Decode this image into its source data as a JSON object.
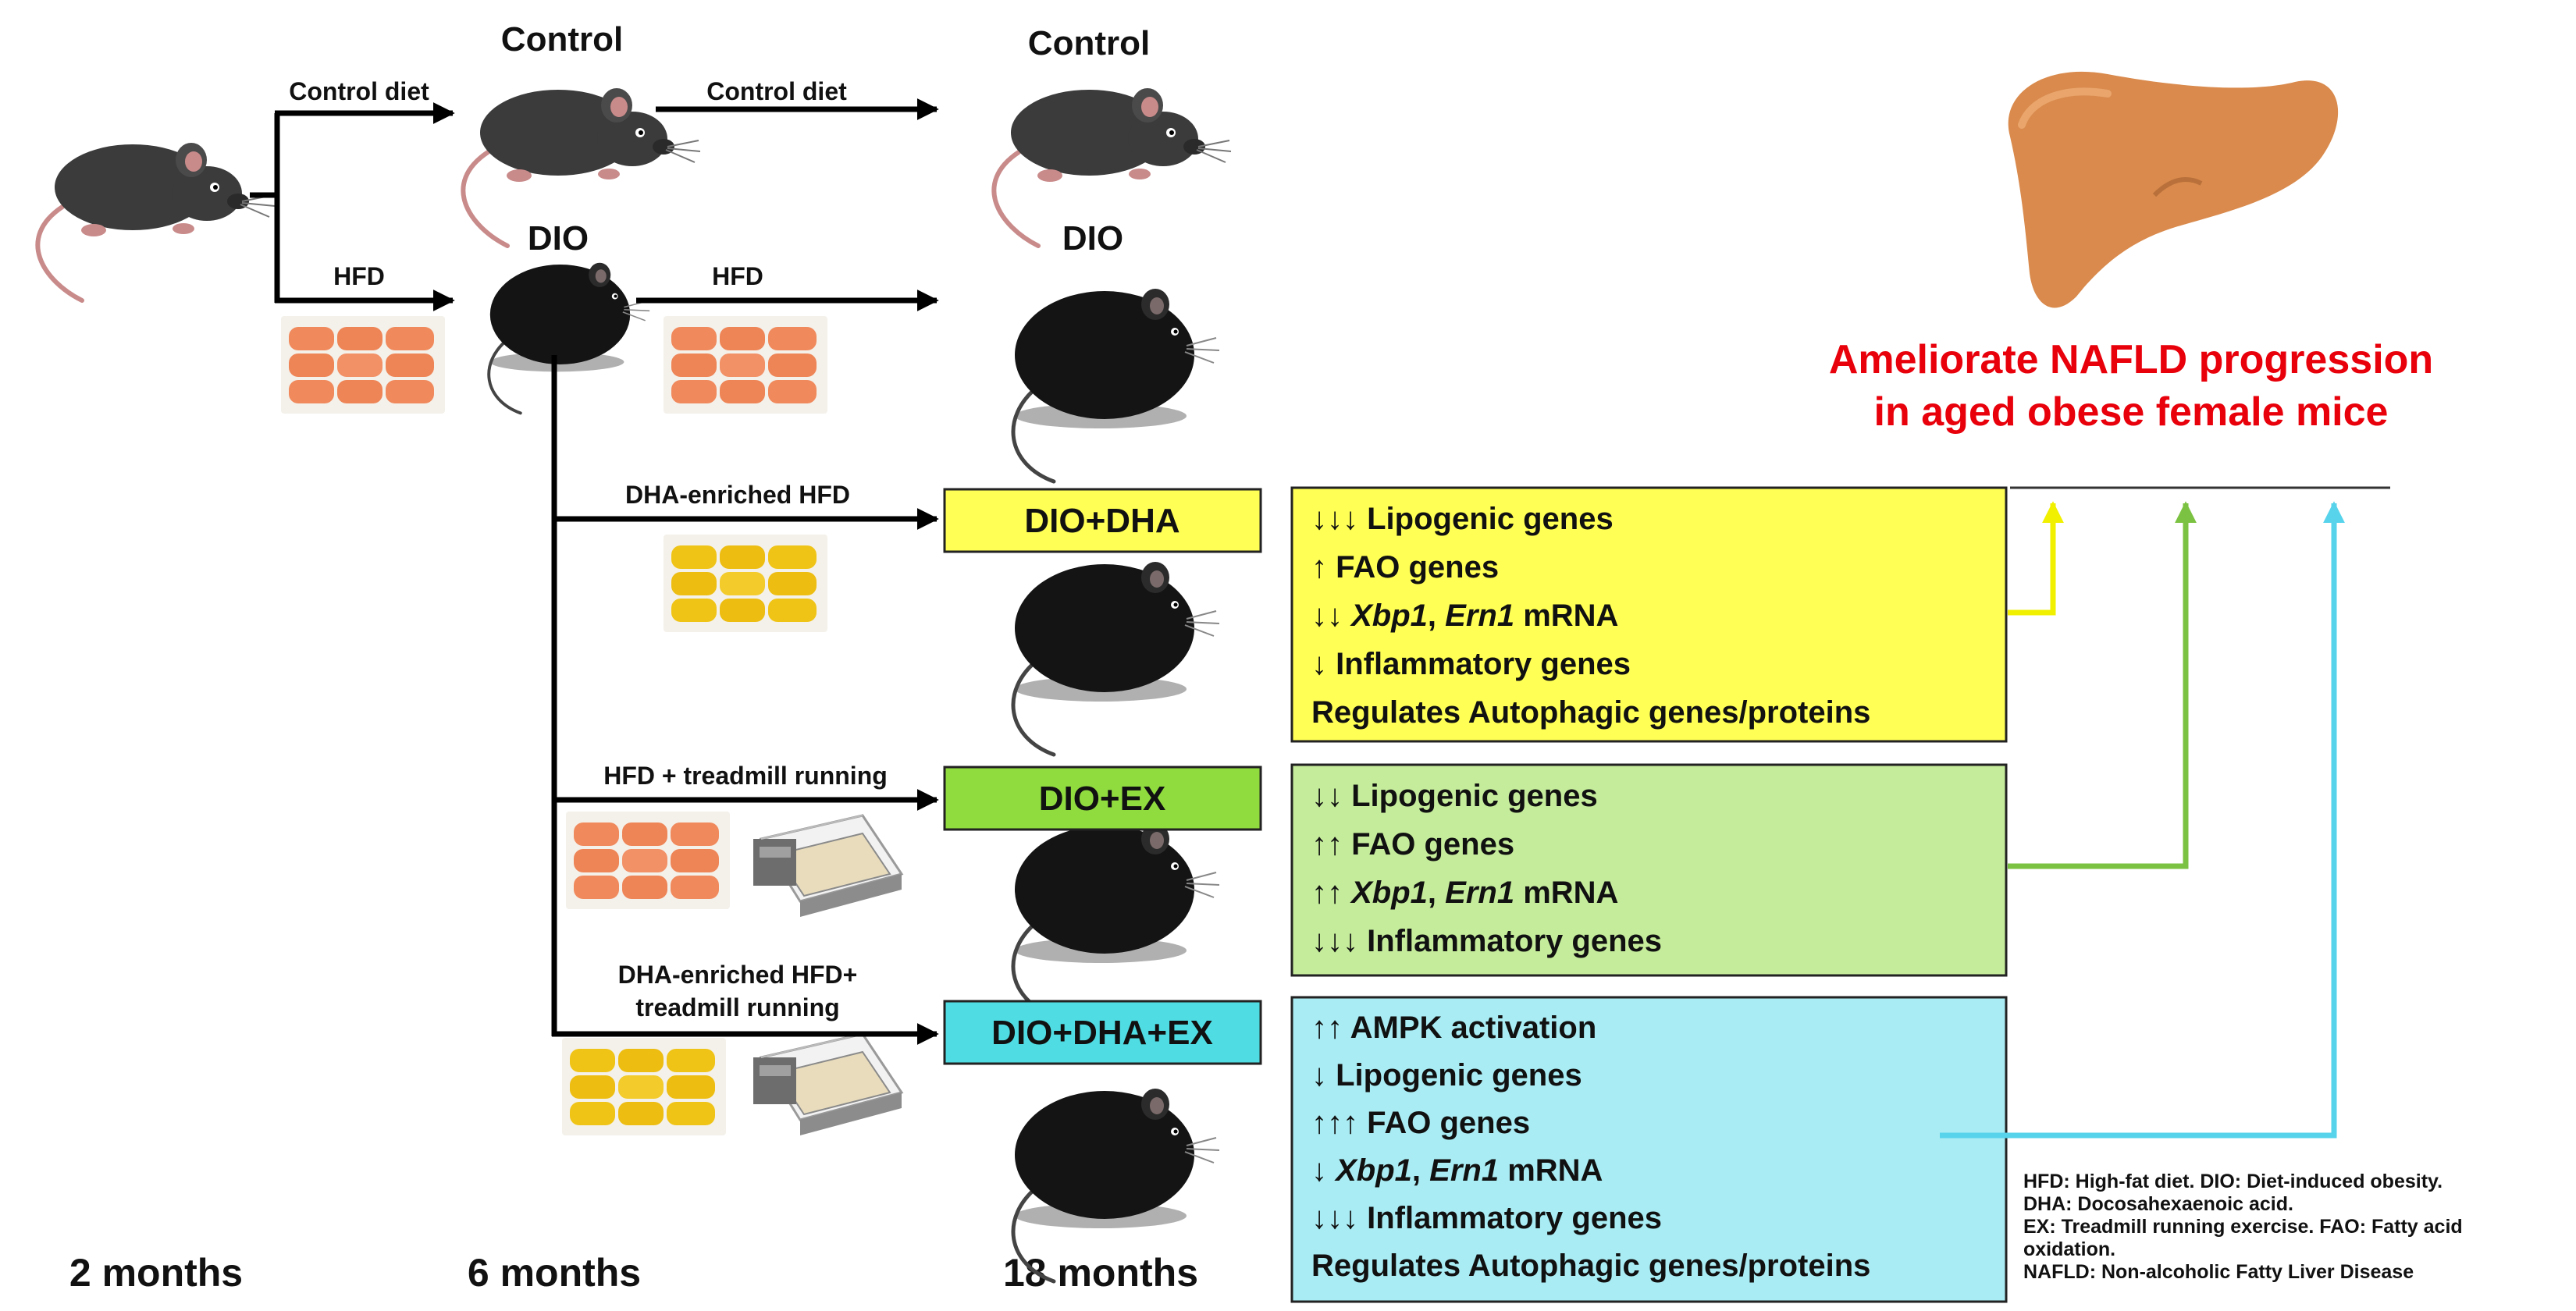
{
  "colors": {
    "yellow": "#ffff55",
    "yellow_arrow": "#f0f000",
    "green_box": "#c5ec9b",
    "green_label": "#90dc3f",
    "green_arrow": "#7cc242",
    "cyan_box": "#a9ecf3",
    "cyan_label": "#4fdde3",
    "cyan_arrow": "#57d3eb",
    "red": "#e8000b",
    "liver": "#d98a4c",
    "mouse_grey": "#3b3b3b",
    "mouse_black": "#141414",
    "food_orange": "#f08a5d",
    "food_yellow": "#f0c417"
  },
  "timeline": {
    "start": "2 months",
    "mid": "6 months",
    "end": "18 months"
  },
  "column_headings": {
    "control_6": "Control",
    "control_18": "Control",
    "dio_6": "DIO",
    "dio_18": "DIO"
  },
  "edges": {
    "control_diet_1": "Control diet",
    "control_diet_2": "Control diet",
    "hfd_1": "HFD",
    "hfd_2": "HFD",
    "dha": "DHA-enriched HFD",
    "ex": "HFD + treadmill running",
    "dha_ex_line1": "DHA-enriched HFD+",
    "dha_ex_line2": "treadmill running"
  },
  "groups": {
    "dha": {
      "label": "DIO+DHA",
      "effects": [
        {
          "arrows": "↓↓↓",
          "parts": [
            {
              "t": "Lipogenic genes",
              "i": false
            }
          ]
        },
        {
          "arrows": "↑",
          "parts": [
            {
              "t": "FAO genes",
              "i": false
            }
          ]
        },
        {
          "arrows": "↓↓",
          "parts": [
            {
              "t": "Xbp1",
              "i": true
            },
            {
              "t": ", ",
              "i": false
            },
            {
              "t": "Ern1",
              "i": true
            },
            {
              "t": " mRNA",
              "i": false
            }
          ]
        },
        {
          "arrows": "↓",
          "parts": [
            {
              "t": "Inflammatory genes",
              "i": false
            }
          ]
        },
        {
          "arrows": "",
          "parts": [
            {
              "t": "Regulates Autophagic genes/proteins",
              "i": false
            }
          ]
        }
      ]
    },
    "ex": {
      "label": "DIO+EX",
      "effects": [
        {
          "arrows": "↓↓",
          "parts": [
            {
              "t": "Lipogenic genes",
              "i": false
            }
          ]
        },
        {
          "arrows": "↑↑",
          "parts": [
            {
              "t": "FAO genes",
              "i": false
            }
          ]
        },
        {
          "arrows": "↑↑",
          "parts": [
            {
              "t": "Xbp1",
              "i": true
            },
            {
              "t": ", ",
              "i": false
            },
            {
              "t": "Ern1",
              "i": true
            },
            {
              "t": " mRNA",
              "i": false
            }
          ]
        },
        {
          "arrows": "↓↓↓",
          "parts": [
            {
              "t": "Inflammatory genes",
              "i": false
            }
          ]
        }
      ]
    },
    "dha_ex": {
      "label": "DIO+DHA+EX",
      "effects": [
        {
          "arrows": "↑↑",
          "parts": [
            {
              "t": "AMPK activation",
              "i": false
            }
          ]
        },
        {
          "arrows": "↓",
          "parts": [
            {
              "t": "Lipogenic genes",
              "i": false
            }
          ]
        },
        {
          "arrows": "↑↑↑",
          "parts": [
            {
              "t": "FAO genes",
              "i": false
            }
          ]
        },
        {
          "arrows": "↓",
          "parts": [
            {
              "t": "Xbp1",
              "i": true
            },
            {
              "t": ", ",
              "i": false
            },
            {
              "t": "Ern1",
              "i": true
            },
            {
              "t": " mRNA",
              "i": false
            }
          ]
        },
        {
          "arrows": "↓↓↓",
          "parts": [
            {
              "t": "Inflammatory genes",
              "i": false
            }
          ]
        },
        {
          "arrows": "",
          "parts": [
            {
              "t": "Regulates Autophagic genes/proteins",
              "i": false
            }
          ]
        }
      ]
    }
  },
  "outcome": {
    "line1": "Ameliorate NAFLD progression",
    "line2": "in aged obese female mice"
  },
  "legend": [
    "HFD: High-fat diet. DIO: Diet-induced obesity.",
    "DHA: Docosahexaenoic acid.",
    "EX: Treadmill running exercise. FAO: Fatty acid",
    "oxidation.",
    "NAFLD: Non-alcoholic Fatty Liver Disease"
  ]
}
